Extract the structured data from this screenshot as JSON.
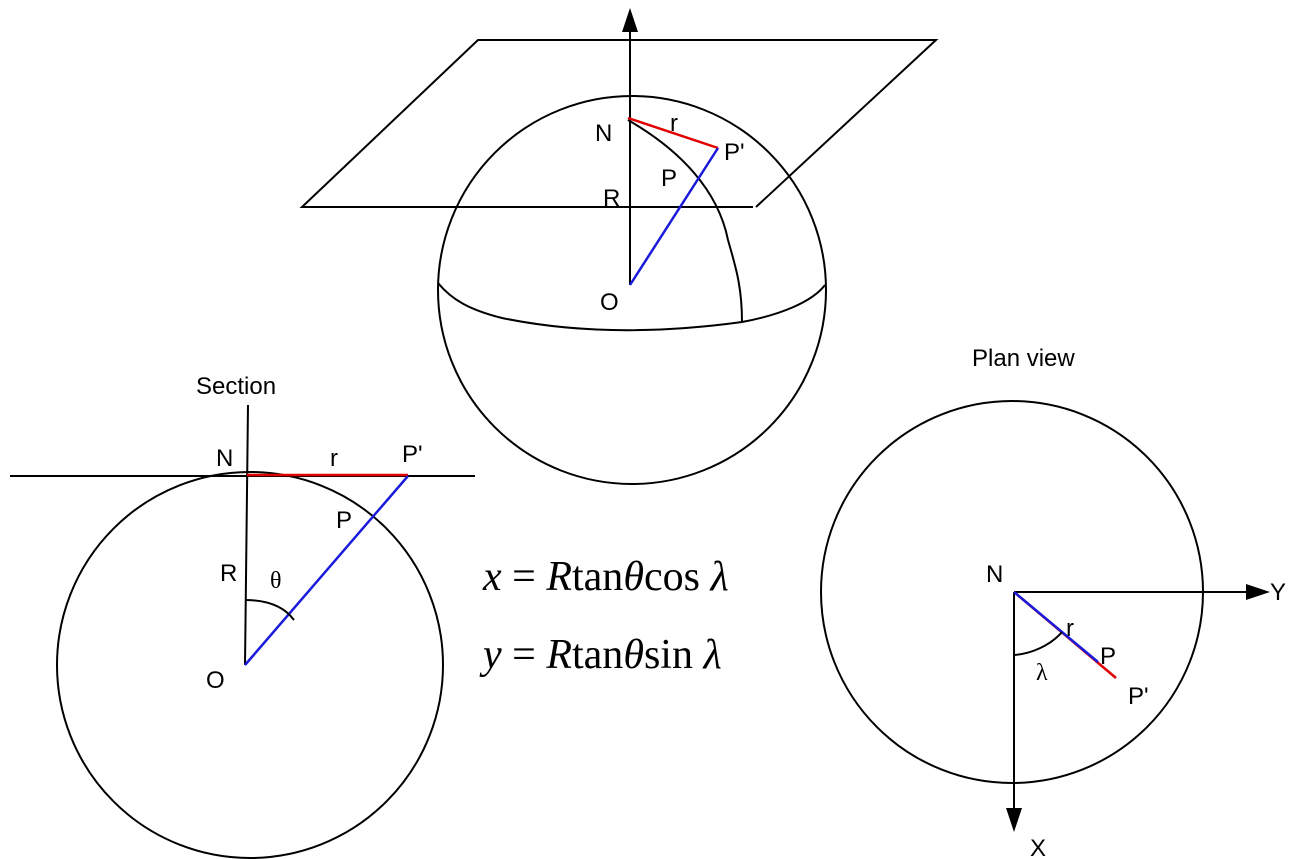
{
  "colors": {
    "outline": "#000000",
    "projection_line": "#e00000",
    "radius_line": "#1a1adb"
  },
  "perspective_view": {
    "point_north": "N",
    "distance_r": "r",
    "point_projected": "P'",
    "point_sphere": "P",
    "radius": "R",
    "center": "O"
  },
  "section_view": {
    "title": "Section",
    "point_north": "N",
    "distance_r": "r",
    "point_projected": "P'",
    "point_sphere": "P",
    "radius": "R",
    "angle": "θ",
    "center": "O"
  },
  "equations": {
    "x": {
      "var": "x",
      "eq": " = ",
      "R": "R",
      "tan": "tan",
      "theta": "θ",
      "trig": "cos",
      "lambda": "λ"
    },
    "y": {
      "var": "y",
      "eq": " = ",
      "R": "R",
      "tan": "tan",
      "theta": "θ",
      "trig": "sin",
      "lambda": "λ"
    }
  },
  "plan_view": {
    "title": "Plan view",
    "point_north": "N",
    "axis_y": "Y",
    "axis_x": "X",
    "distance_r": "r",
    "point_sphere": "P",
    "point_projected": "P'",
    "angle": "λ"
  }
}
